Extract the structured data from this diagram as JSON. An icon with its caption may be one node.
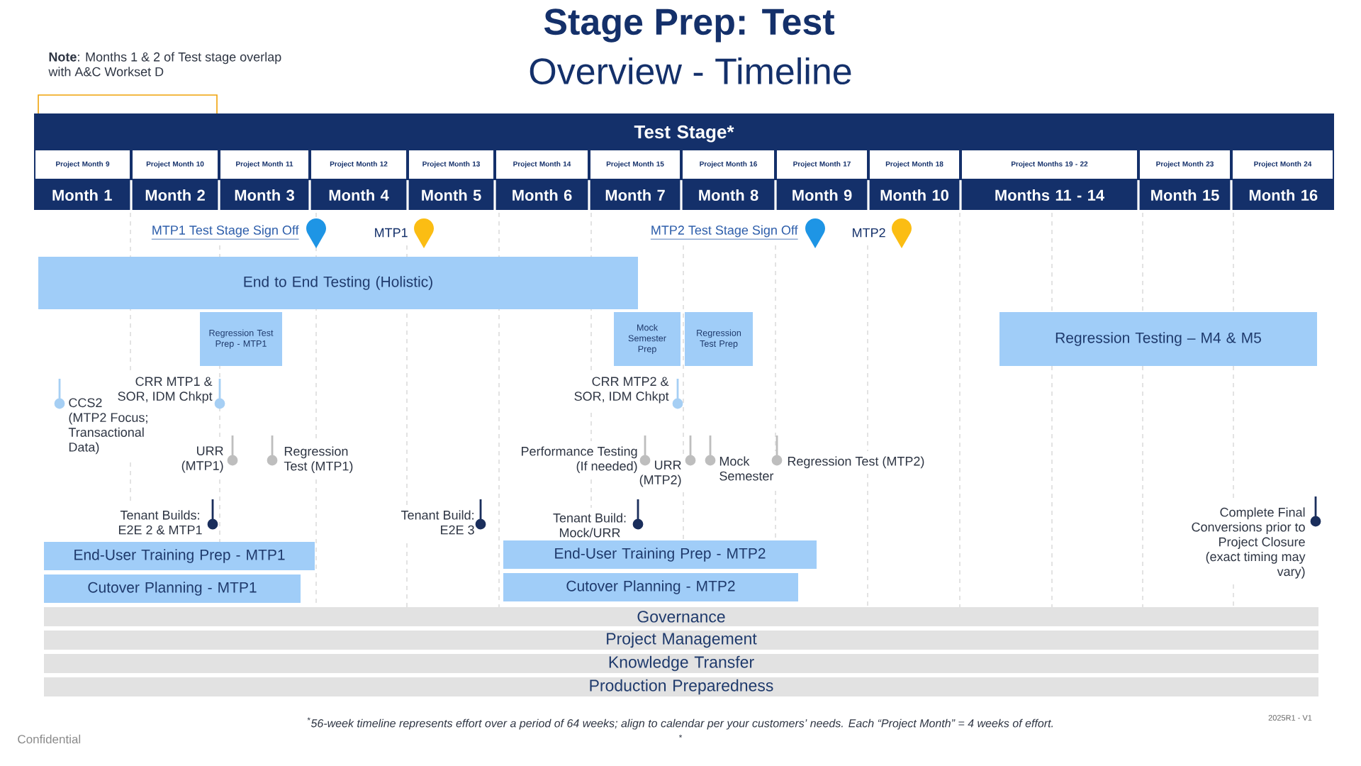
{
  "diagram": {
    "title": "Stage Prep: Test",
    "nodes": [
      {
        "text": [
          "Test Stage*"
        ]
      },
      {
        "text": [
          "Project Month 9"
        ],
        "in": 0
      },
      {
        "text": [
          "Project Month 10"
        ],
        "in": 0
      },
      {
        "text": [
          "Project Month 11"
        ],
        "in": 0
      },
      {
        "text": [
          "Project Month 12"
        ],
        "in": 0
      },
      {
        "text": [
          "Project Month 13"
        ],
        "in": 0
      },
      {
        "text": [
          "Project Month 14"
        ],
        "in": 0
      },
      {
        "text": [
          "Project Month 15"
        ],
        "in": 0
      },
      {
        "text": [
          "Project Month 16"
        ],
        "in": 0
      },
      {
        "text": [
          "Project Month 17"
        ],
        "in": 0
      },
      {
        "text": [
          "Project Month 18"
        ],
        "in": 0
      },
      {
        "text": [
          "Project Months 19 - 22"
        ],
        "in": 0
      },
      {
        "text": [
          "Project Month 23"
        ],
        "in": 0
      },
      {
        "text": [
          "Project Month 24"
        ],
        "in": 0
      },
      {
        "text": [
          "Month 1"
        ]
      },
      {
        "text": [
          "Month 2"
        ]
      },
      {
        "text": [
          "Month 3"
        ]
      },
      {
        "text": [
          "Month 4"
        ]
      },
      {
        "text": [
          "Month 5"
        ]
      },
      {
        "text": [
          "Month 6"
        ]
      },
      {
        "text": [
          "Month 7"
        ]
      },
      {
        "text": [
          "Month 8"
        ]
      },
      {
        "text": [
          "Month 9"
        ]
      },
      {
        "text": [
          "Month 10"
        ]
      },
      {
        "text": [
          "Months 11 - 14"
        ]
      },
      {
        "text": [
          "Month 15"
        ]
      },
      {
        "text": [
          "Month 16"
        ]
      },
      {
        "text": [
          "End to End Testing (Holistic)"
        ]
      },
      {
        "text": [
          "Regression Test Prep - MTP1"
        ]
      },
      {
        "text": [
          "Mock Semester Prep"
        ]
      },
      {
        "text": [
          "Regression Test Prep"
        ]
      },
      {
        "text": [
          "Regression Testing – M4 & M5"
        ]
      },
      {
        "text": [
          "End-User Training Prep - MTP1"
        ]
      },
      {
        "text": [
          "Cutover Planning - MTP1"
        ]
      },
      {
        "text": [
          "End-User Training Prep - MTP2"
        ]
      },
      {
        "text": [
          "Cutover Planning - MTP2"
        ]
      },
      {
        "text": [
          "Governance"
        ]
      },
      {
        "text": [
          "Project Management"
        ]
      },
      {
        "text": [
          "Knowledge Transfer"
        ]
      },
      {
        "text": [
          "Production Preparedness"
        ]
      }
    ],
    "labels": [
      "**Note**: Months 1 & 2 of Test stage overlap with A&C Workset D",
      "Overview - Timeline",
      "MTP1 Test Stage Sign Off",
      "MTP1",
      "MTP2 Test Stage Sign Off",
      "MTP2",
      "CRR MTP1 & SOR, IDM Chkpt",
      "CCS2 (MTP2 Focus; Transactional Data)",
      "CRR MTP2 & SOR, IDM Chkpt",
      "URR (MTP1)",
      "Regression Test (MTP1)",
      "Performance Testing (If needed)",
      "URR (MTP2)",
      "Mock Semester",
      "Regression Test (MTP2)",
      "Tenant Builds: E2E 2 & MTP1",
      "Tenant Build: E2E 3",
      "Tenant Build: Mock/URR",
      "Complete Final Conversions prior to Project Closure (exact timing may vary)",
      "$^{*}$56-week timeline represents effort over a period of 64 weeks; align to calendar per your customers’ needs. Each “Project Month” = 4 weeks of effort.",
      "*",
      "2025R1 - V1",
      "Confidential"
    ]
  }
}
